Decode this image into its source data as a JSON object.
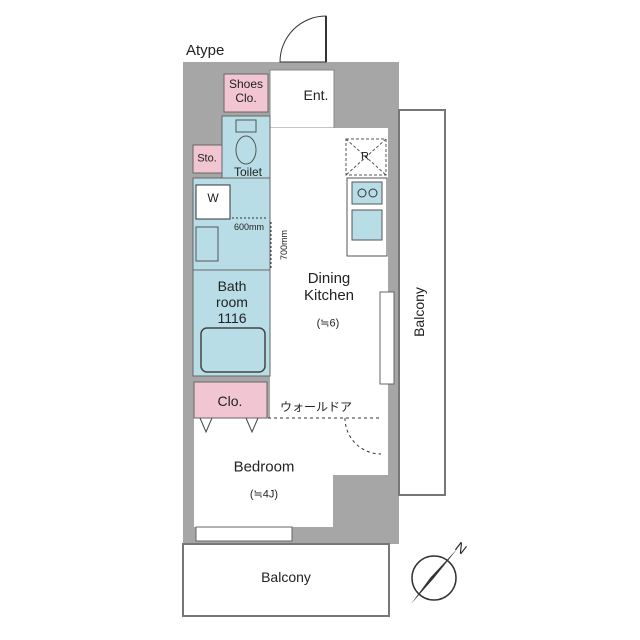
{
  "plan": {
    "type_label": "Atype",
    "rooms": {
      "shoes_closet": [
        "Shoes",
        "Clo."
      ],
      "entrance": "Ent.",
      "storage": "Sto.",
      "toilet": "Toilet",
      "washer": "W",
      "dining_kitchen": [
        "Dining",
        "Kitchen"
      ],
      "dining_kitchen_area": "(≒6)",
      "fridge": "R",
      "bathroom": [
        "Bath",
        "room",
        "1116"
      ],
      "closet": "Clo.",
      "walk_door": "ウォールドア",
      "bedroom": "Bedroom",
      "bedroom_area": "(≒4J)",
      "balcony_side": "Balcony",
      "balcony_bottom": "Balcony"
    },
    "dimensions": {
      "washer_space_width": "600mm",
      "washer_space_depth": "700mm"
    },
    "compass_label": "N",
    "colors": {
      "wall": "#a6a6a6",
      "wet_area": "#b8dde6",
      "closet": "#f1c6d2",
      "line": "#333333"
    }
  }
}
